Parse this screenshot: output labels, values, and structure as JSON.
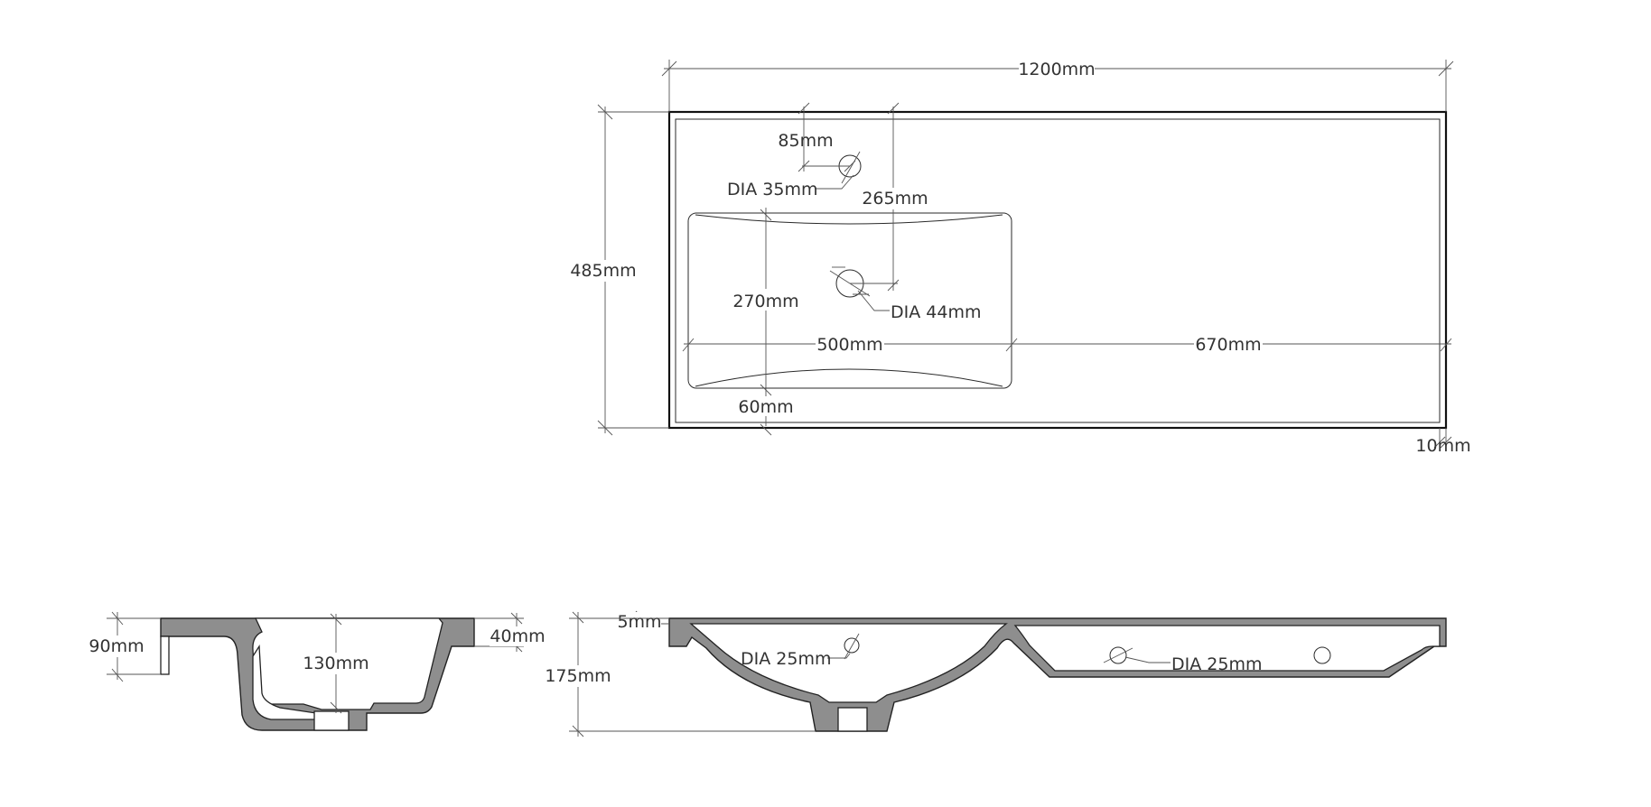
{
  "top_view": {
    "overall_width": "1200mm",
    "overall_depth": "485mm",
    "tap_offset": "85mm",
    "tap_hole": "DIA 35mm",
    "tap_to_drain": "265mm",
    "bowl_depth": "270mm",
    "drain_hole": "DIA 44mm",
    "bowl_width": "500mm",
    "deck_width": "670mm",
    "front_margin": "60mm",
    "rim": "10mm"
  },
  "side_section": {
    "height": "90mm",
    "bowl_depth": "130mm",
    "lip": "40mm"
  },
  "front_section": {
    "top_thickness": "5mm",
    "overall_height": "175mm",
    "overflow_hole": "DIA 25mm",
    "rear_hole": "DIA 25mm"
  }
}
